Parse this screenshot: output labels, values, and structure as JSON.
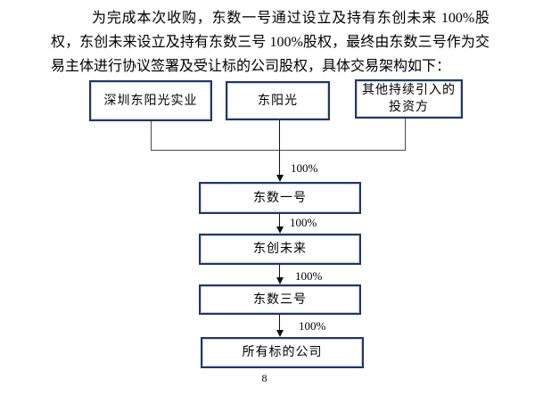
{
  "colors": {
    "box-border": "#1f3864",
    "connector": "#4a4a4a",
    "arrow": "#111111",
    "text": "#000000",
    "page-bg": "#ffffff"
  },
  "document": {
    "paragraph": "为完成本次收购，东数一号通过设立及持有东创未来 100%股权，东创未来设立及持有东数三号 100%股权，最终由东数三号作为交易主体进行协议签署及受让标的公司股权，具体交易架构如下：",
    "page_number": "8"
  },
  "diagram": {
    "nodes": [
      {
        "id": "shenzhen-dongyangguang-industrial",
        "label": "深圳东阳光实业"
      },
      {
        "id": "dongyangguang",
        "label": "东阳光"
      },
      {
        "id": "other-continuing-investors",
        "label": "其他持续引入的\n投资方"
      },
      {
        "id": "dongshu-no1",
        "label": "东数一号"
      },
      {
        "id": "dongchuang-future",
        "label": "东创未来"
      },
      {
        "id": "dongshu-no3",
        "label": "东数三号"
      },
      {
        "id": "all-target-companies",
        "label": "所有标的公司"
      }
    ],
    "ownership_labels": [
      "100%",
      "100%",
      "100%",
      "100%"
    ]
  }
}
